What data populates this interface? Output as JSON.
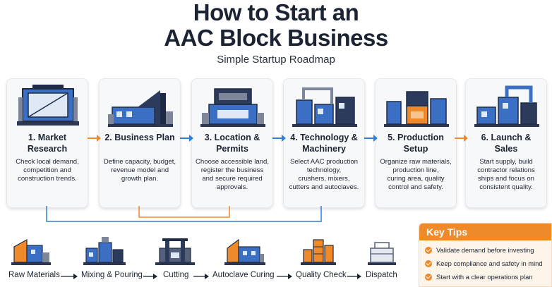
{
  "header": {
    "title_line1": "How to Start an",
    "title_line2": "AAC Block Business",
    "subtitle": "Simple Startup Roadmap"
  },
  "steps": [
    {
      "title": "1. Market\nResearch",
      "desc": "Check local demand,\ncompetition and\nconstruction trends."
    },
    {
      "title": "2. Business Plan",
      "desc": "Define capacity, budget,\nrevenue model and\ngrowth plan."
    },
    {
      "title": "3. Location &\nPermits",
      "desc": "Choose accessible land,\nregister the business\nand secure required\napprovals."
    },
    {
      "title": "4. Technology &\nMachinery",
      "desc": "Select AAC production\ntechnology,\ncrushers, mixers,\ncutters and autoclaves."
    },
    {
      "title": "5. Production\nSetup",
      "desc": "Organize raw materials,\nproduction line,\ncuring area, quality\ncontrol and safety."
    },
    {
      "title": "6. Launch &\nSales",
      "desc": "Start supply, build\ncontractor relations\nships and focus on\nconsistent quality."
    }
  ],
  "step_arrow_colors": [
    "#ef8a2b",
    "#2f7fd6",
    "#2f7fd6",
    "#2f7fd6",
    "#ef8a2b"
  ],
  "process_flow": [
    {
      "label": "Raw Materials",
      "icon": "raw-materials-icon"
    },
    {
      "label": "Mixing & Pouring",
      "icon": "mixing-icon"
    },
    {
      "label": "Cutting",
      "icon": "cutting-icon"
    },
    {
      "label": "Autoclave Curing",
      "icon": "autoclave-icon"
    },
    {
      "label": "Quality Check",
      "icon": "quality-check-icon"
    },
    {
      "label": "Dispatch",
      "icon": "dispatch-icon"
    }
  ],
  "key_tips": {
    "title": "Key Tips",
    "items": [
      "Validate demand before investing",
      "Keep compliance and safety in mind",
      "Start with a clear operations plan"
    ]
  },
  "colors": {
    "accent_orange": "#ef8a2b",
    "accent_blue": "#2f7fd6",
    "machine_blue": "#3a6fc4",
    "dark_navy": "#1f2b45"
  }
}
